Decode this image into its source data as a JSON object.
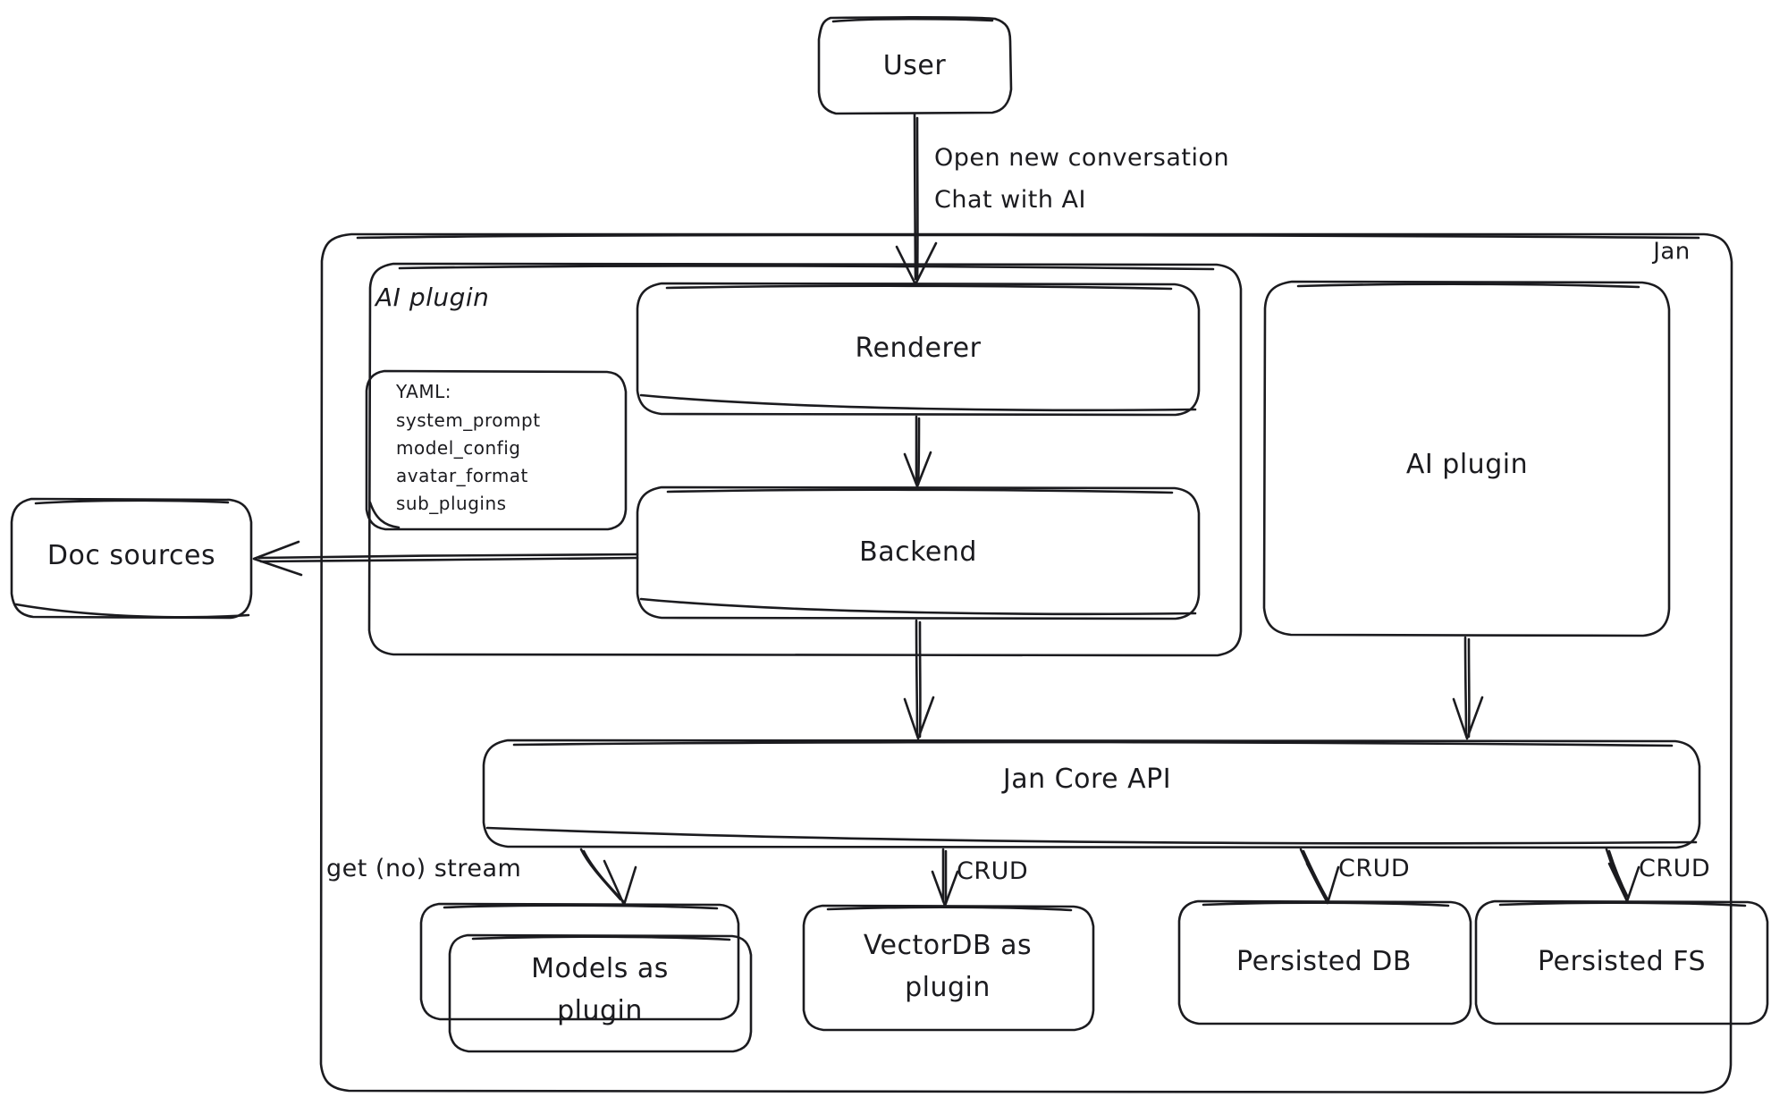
{
  "diagram": {
    "title": "Jan",
    "style": "hand-drawn",
    "stroke_color": "#1b1b1f",
    "background_color": "#ffffff"
  },
  "nodes": {
    "user": {
      "label": "User"
    },
    "jan_container": {
      "label": "Jan"
    },
    "ai_plugin_group": {
      "label": "AI plugin"
    },
    "renderer": {
      "label": "Renderer"
    },
    "backend": {
      "label": "Backend"
    },
    "ai_plugin_box": {
      "label": "AI plugin"
    },
    "doc_sources": {
      "label": "Doc sources"
    },
    "jan_core_api": {
      "label": "Jan Core API"
    },
    "models_plugin": {
      "label": "Models as\nplugin",
      "line1": "Models as",
      "line2": "plugin"
    },
    "vectordb_plugin": {
      "label": "VectorDB as\nplugin",
      "line1": "VectorDB as",
      "line2": "plugin"
    },
    "persisted_db": {
      "label": "Persisted DB"
    },
    "persisted_fs": {
      "label": "Persisted FS"
    }
  },
  "yaml_note": {
    "header": "YAML:",
    "keys": [
      "system_prompt",
      "model_config",
      "avatar_format",
      "sub_plugins"
    ]
  },
  "edges": [
    {
      "from": "user",
      "to": "renderer",
      "label_line1": "Open new conversation",
      "label_line2": "Chat with AI"
    },
    {
      "from": "renderer",
      "to": "backend",
      "label": ""
    },
    {
      "from": "backend",
      "to": "doc_sources",
      "label": ""
    },
    {
      "from": "backend",
      "to": "jan_core_api",
      "label": ""
    },
    {
      "from": "ai_plugin_box",
      "to": "jan_core_api",
      "label": ""
    },
    {
      "from": "jan_core_api",
      "to": "models_plugin",
      "label": "get (no) stream"
    },
    {
      "from": "jan_core_api",
      "to": "vectordb_plugin",
      "label": "CRUD"
    },
    {
      "from": "jan_core_api",
      "to": "persisted_db",
      "label": "CRUD"
    },
    {
      "from": "jan_core_api",
      "to": "persisted_fs",
      "label": "CRUD"
    }
  ],
  "edge_labels": {
    "user_to_renderer_1": "Open new conversation",
    "user_to_renderer_2": "Chat with AI",
    "get_no_stream": "get (no) stream",
    "crud_vectordb": "CRUD",
    "crud_persisted_db": "CRUD",
    "crud_persisted_fs": "CRUD"
  }
}
